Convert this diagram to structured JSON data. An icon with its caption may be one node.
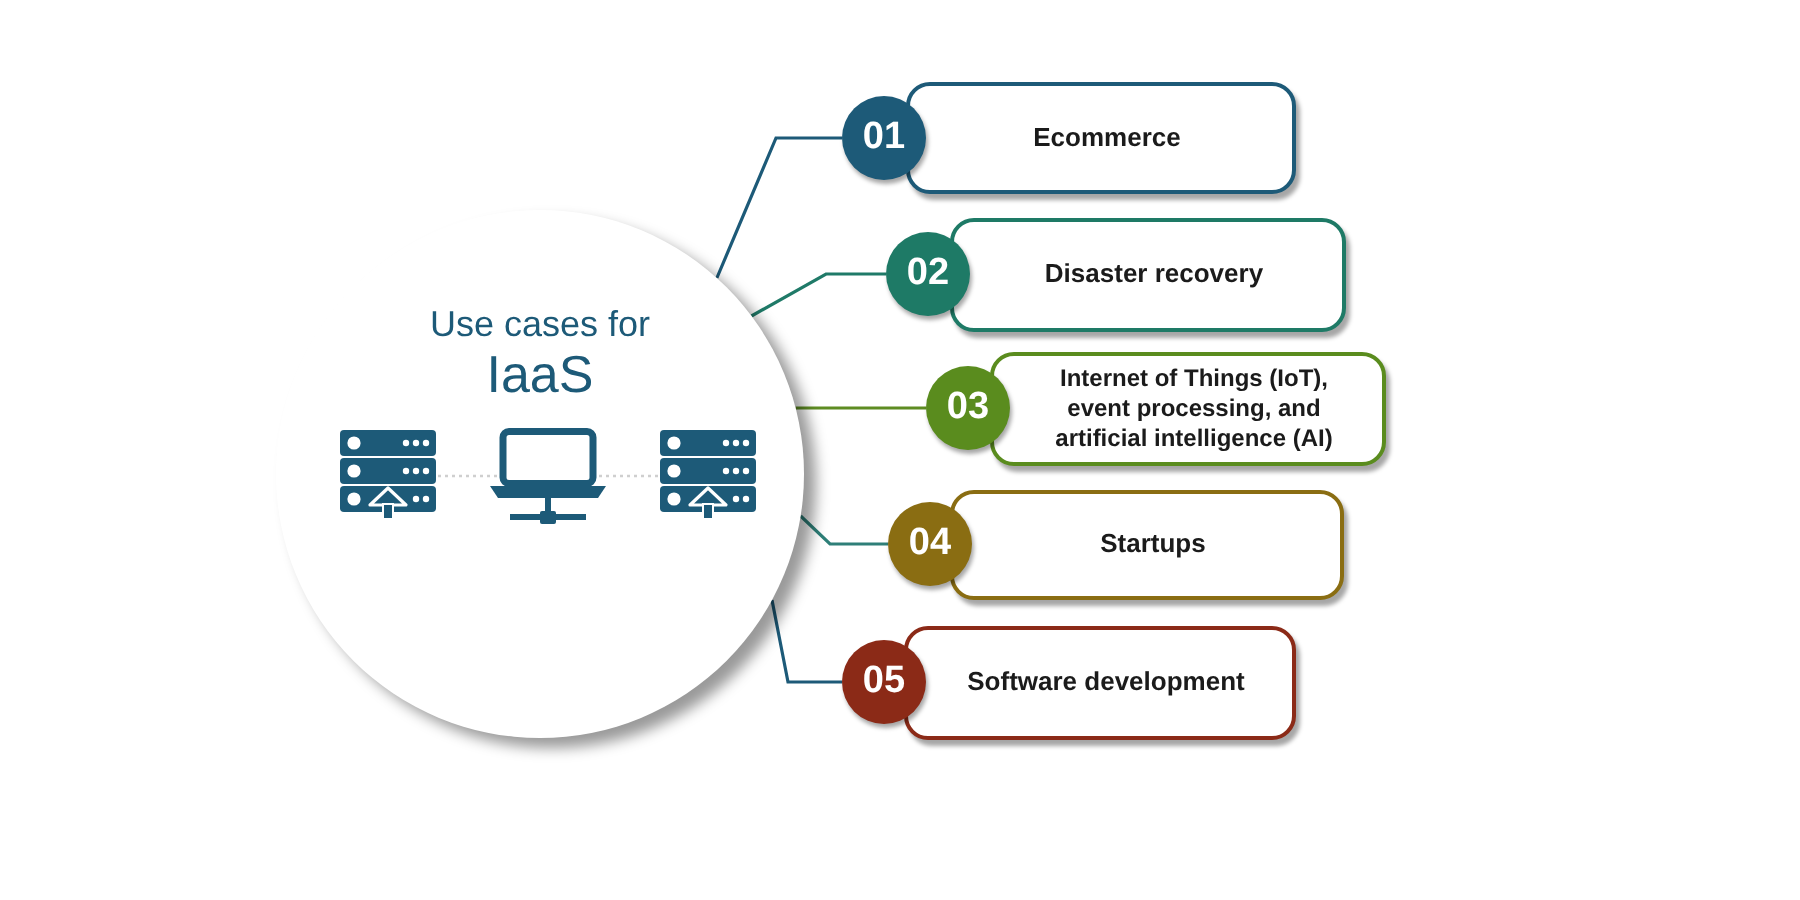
{
  "diagram": {
    "nodes": [
      {
        "text": [
          "Use cases for",
          "IaaS"
        ]
      },
      {
        "text": [
          "01",
          "Ecommerce"
        ]
      },
      {
        "text": [
          "02",
          "Disaster recovery"
        ]
      },
      {
        "text": [
          "03",
          "Internet of Things (IoT), event processing, and artificial intelligence (AI)"
        ]
      },
      {
        "text": [
          "04",
          "Startups"
        ]
      },
      {
        "text": [
          "05",
          "Software development"
        ]
      }
    ],
    "edges": [
      {
        "from": 0,
        "to": 1,
        "arrow": "none"
      },
      {
        "from": 0,
        "to": 2,
        "arrow": "none",
        "color": "#1f7a68"
      },
      {
        "from": 0,
        "to": 3,
        "arrow": "none",
        "color": "#5e8c22"
      },
      {
        "from": 0,
        "to": 4,
        "arrow": "none",
        "color": "#2e7f78"
      },
      {
        "from": 0,
        "to": 5,
        "arrow": "none"
      }
    ]
  }
}
